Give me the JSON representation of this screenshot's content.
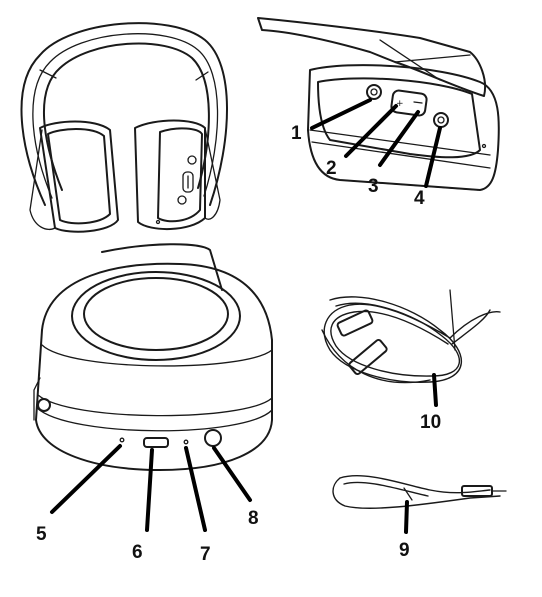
{
  "callouts": {
    "c1": "1",
    "c2": "2",
    "c3": "3",
    "c4": "4",
    "c5": "5",
    "c6": "6",
    "c7": "7",
    "c8": "8",
    "c9": "9",
    "c10": "10"
  },
  "colors": {
    "ink": "#1a1a1a",
    "background": "#ffffff"
  },
  "icons": [
    "headphones-icon",
    "earcup-detail-icon",
    "usb-cable-icon",
    "audio-cable-icon"
  ]
}
